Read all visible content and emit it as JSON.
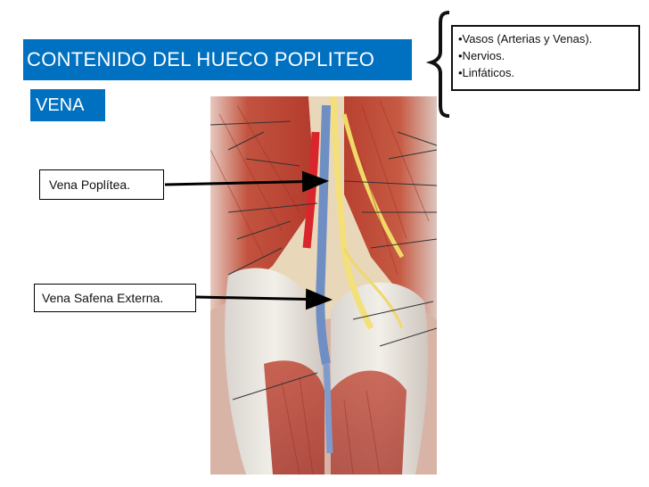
{
  "slide": {
    "title": "CONTENIDO DEL HUECO POPLITEO",
    "section_label": "VENA",
    "contents_list": [
      "•Vasos (Arterias y Venas).",
      "•Nervios.",
      "•Linfáticos."
    ],
    "labels": {
      "vena_poplitea": "Vena Poplítea.",
      "vena_safena_externa": "Vena Safena Externa."
    }
  },
  "colors": {
    "title_background": "#0070c0",
    "title_text": "#ffffff",
    "vein": "#6f8fc4",
    "artery": "#d8262c",
    "nerve": "#f3e07a",
    "muscle": "#c8473a"
  }
}
